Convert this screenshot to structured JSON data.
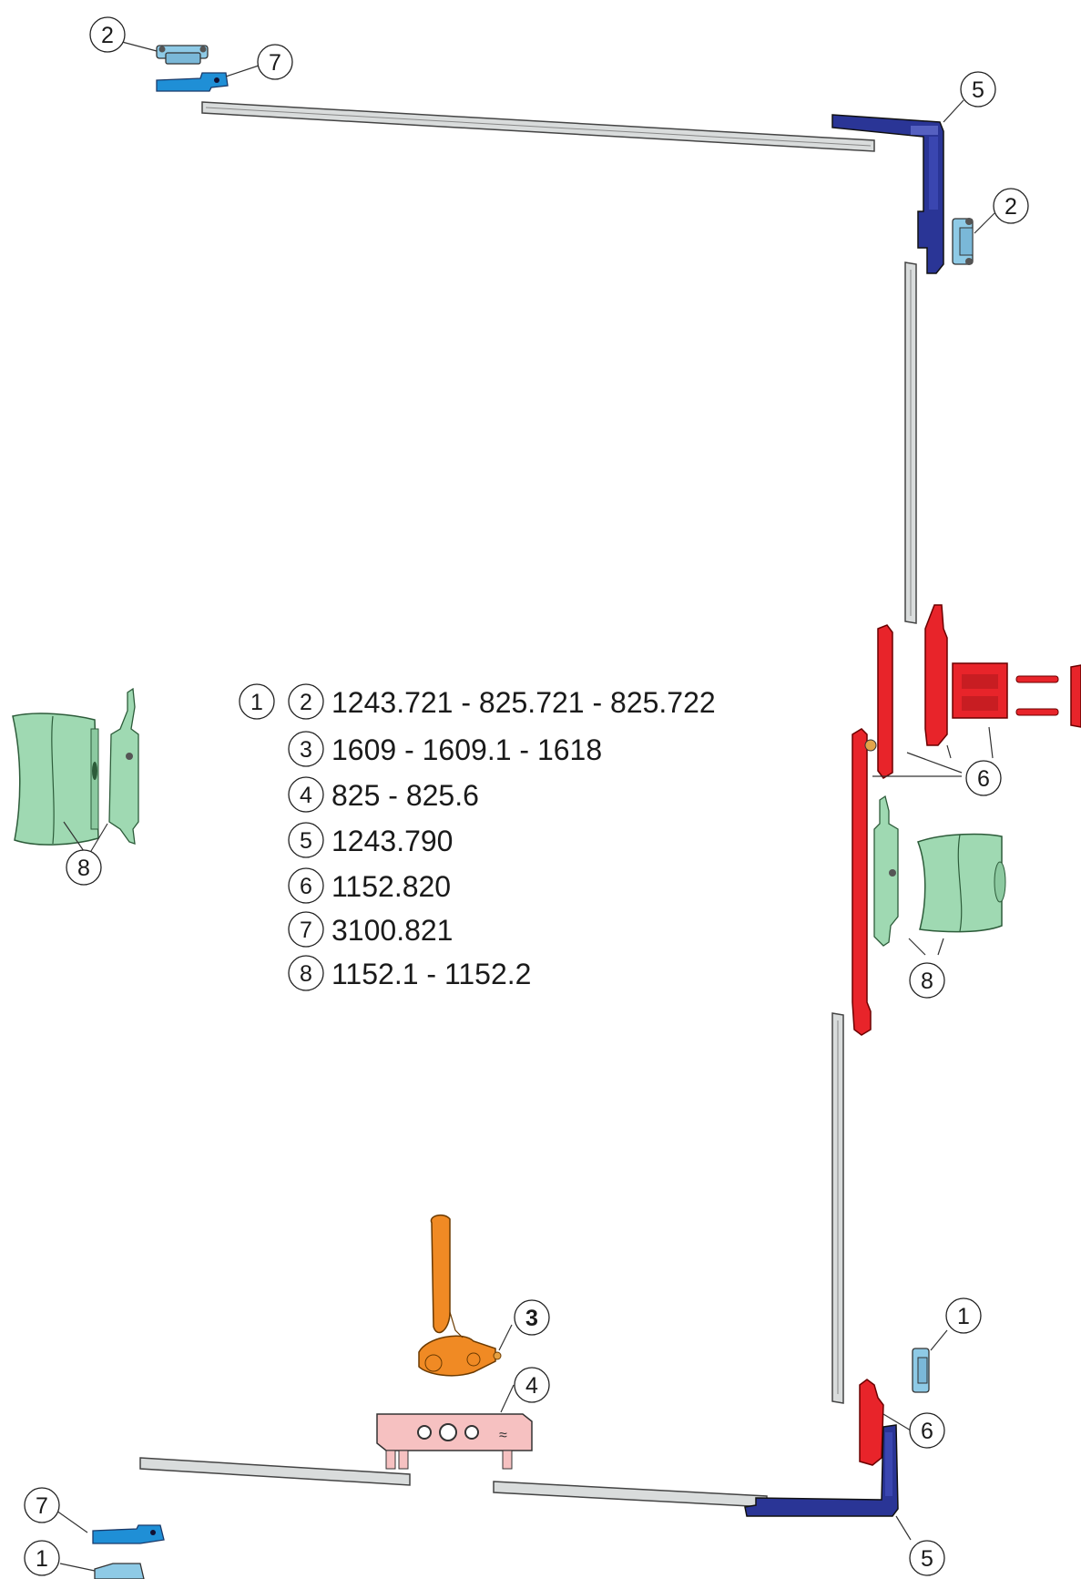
{
  "legend": [
    {
      "numbers": [
        "1",
        "2"
      ],
      "codes": "1243.721 - 825.721 - 825.722"
    },
    {
      "numbers": [
        "3"
      ],
      "codes": "1609 - 1609.1 - 1618"
    },
    {
      "numbers": [
        "4"
      ],
      "codes": "825 - 825.6"
    },
    {
      "numbers": [
        "5"
      ],
      "codes": "1243.790"
    },
    {
      "numbers": [
        "6"
      ],
      "codes": "1152.820"
    },
    {
      "numbers": [
        "7"
      ],
      "codes": "3100.821"
    },
    {
      "numbers": [
        "8"
      ],
      "codes": "1152.1 - 1152.2"
    }
  ],
  "callouts": {
    "c2_top": "2",
    "c7_top": "7",
    "c5_top": "5",
    "c2_right": "2",
    "c6_mid": "6",
    "c8_left": "8",
    "c8_right": "8",
    "c3": "3",
    "c4": "4",
    "c1_right": "1",
    "c6_bottom": "6",
    "c7_bottom": "7",
    "c1_bottom": "1",
    "c5_bottom": "5"
  },
  "colors": {
    "rod": "#d9dcdc",
    "rod_stroke": "#444444",
    "corner_blue": "#2a3596",
    "keeper_lightblue": "#8ecae6",
    "keeper_blue": "#1f8fd6",
    "red": "#e8242a",
    "green": "#9fd9b2",
    "orange": "#f08a24",
    "pink": "#f6c1c1"
  }
}
